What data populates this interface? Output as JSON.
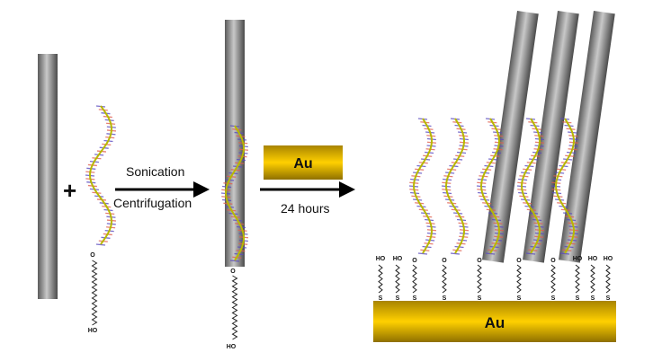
{
  "step1": {
    "plus": "+",
    "arrow_top": "Sonication",
    "arrow_bottom": "Centrifugation"
  },
  "step2": {
    "reagent": "Au",
    "arrow_bottom": "24 hours"
  },
  "substrate": {
    "label": "Au"
  },
  "chem": {
    "hydroxyl": "HO",
    "sulfur": "S",
    "oxygen": "O"
  },
  "colors": {
    "gold": "#f2c200",
    "gold_dark": "#a88400",
    "tube": "#8a8a8a",
    "backbone": "#b8b800"
  }
}
